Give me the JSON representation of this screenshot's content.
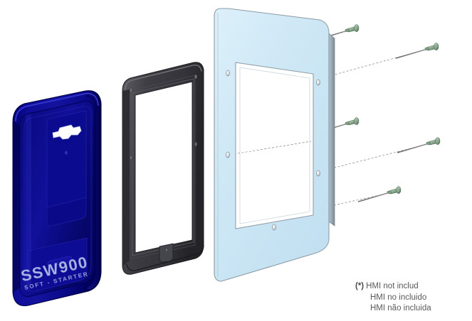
{
  "diagram": {
    "title": "SSW900 HMI Mounting Kit Exploded Assembly",
    "view_type": "exploded isometric assembly",
    "background_color": "#ffffff",
    "parts": [
      {
        "id": "soft-starter-housing",
        "label": "SSW900 Soft-Starter front housing",
        "color": "#0a0a8c",
        "highlight_color": "#2a2ab8",
        "shadow_color": "#00004e",
        "marking_primary": "SSW900",
        "marking_secondary": "SOFT - STARTER",
        "marking_color": "#b8c4e8"
      },
      {
        "id": "gasket-frame",
        "label": "Sealing gasket frame",
        "color": "#3c3c40",
        "highlight_color": "#6a6a70",
        "shadow_color": "#222226"
      },
      {
        "id": "mounting-plate",
        "label": "HMI mounting plate",
        "color": "#cfe8f5",
        "edge_color": "#8a9aa4",
        "cutout_label": "HMI window cutout"
      },
      {
        "id": "screw-set",
        "label": "Mounting screws",
        "count": 5,
        "color": "#9dbba0",
        "shaft_color": "#8a8a8a"
      }
    ]
  },
  "footnote": {
    "marker": "(*)",
    "lines": [
      "HMI not includ",
      "HMI no incluido",
      "HMI não incluida"
    ],
    "text_color": "#5a5a5a"
  }
}
